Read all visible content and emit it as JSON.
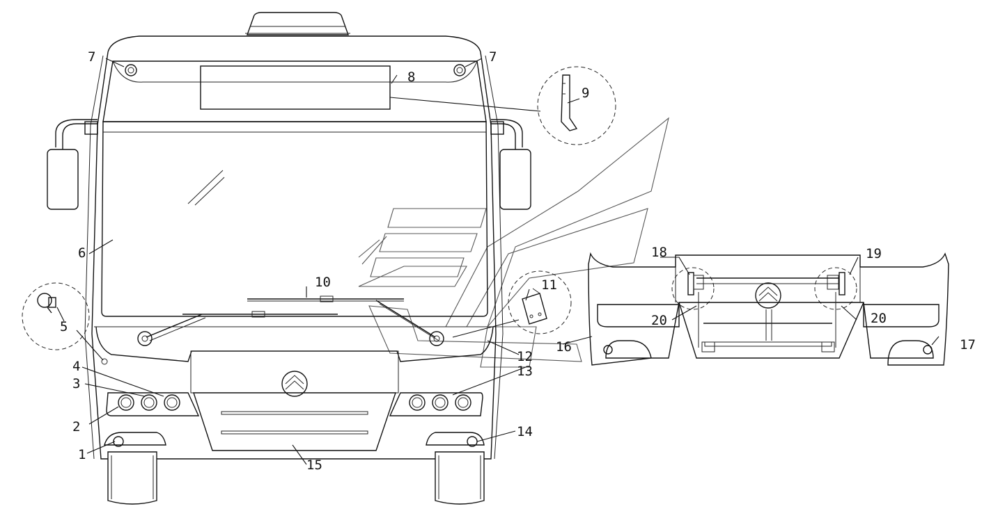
{
  "callouts": [
    {
      "id": "c1",
      "text": "1"
    },
    {
      "id": "c2",
      "text": "2"
    },
    {
      "id": "c3",
      "text": "3"
    },
    {
      "id": "c4",
      "text": "4"
    },
    {
      "id": "c5",
      "text": "5"
    },
    {
      "id": "c6",
      "text": "6"
    },
    {
      "id": "c7a",
      "text": "7"
    },
    {
      "id": "c7b",
      "text": "7"
    },
    {
      "id": "c8",
      "text": "8"
    },
    {
      "id": "c9",
      "text": "9"
    },
    {
      "id": "c10",
      "text": "10"
    },
    {
      "id": "c11",
      "text": "11"
    },
    {
      "id": "c12",
      "text": "12"
    },
    {
      "id": "c13",
      "text": "13"
    },
    {
      "id": "c14",
      "text": "14"
    },
    {
      "id": "c15",
      "text": "15"
    },
    {
      "id": "c16",
      "text": "16"
    },
    {
      "id": "c17",
      "text": "17"
    },
    {
      "id": "c18",
      "text": "18"
    },
    {
      "id": "c19",
      "text": "19"
    },
    {
      "id": "c20a",
      "text": "20"
    },
    {
      "id": "c20b",
      "text": "20"
    }
  ]
}
